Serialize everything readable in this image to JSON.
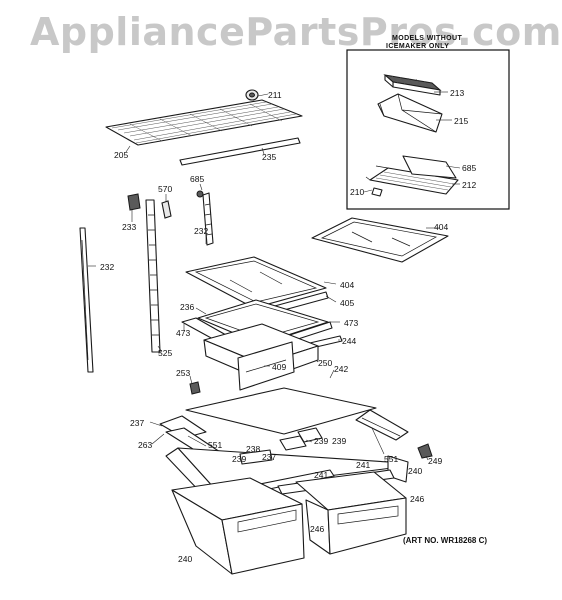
{
  "watermark": "AppliancePartsPros.com",
  "inset_title_line1": "MODELS WITHOUT",
  "inset_title_line2": "ICEMAKER ONLY",
  "art_number": "(ART NO. WR18268 C)",
  "callouts": [
    "211",
    "205",
    "235",
    "685",
    "570",
    "233",
    "232",
    "232",
    "404",
    "404",
    "405",
    "236",
    "473",
    "473",
    "244",
    "525",
    "250",
    "409",
    "253",
    "242",
    "237",
    "263",
    "551",
    "238",
    "239",
    "239",
    "237",
    "239",
    "551",
    "249",
    "241",
    "241",
    "240",
    "246",
    "246",
    "240",
    "213",
    "215",
    "685",
    "210",
    "212"
  ]
}
